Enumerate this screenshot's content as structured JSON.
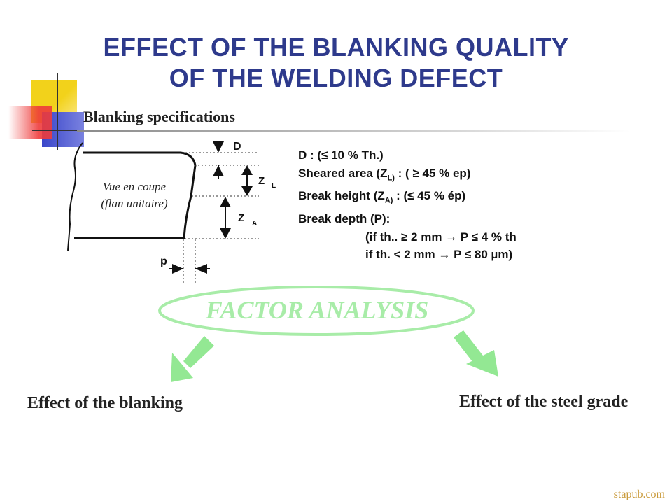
{
  "title": {
    "line1": "EFFECT OF THE BLANKING QUALITY",
    "line2": "OF THE WELDING DEFECT"
  },
  "subtitle": "Blanking specifications",
  "diagram": {
    "section_line1": "Vue en coupe",
    "section_line2": "(flan unitaire)",
    "label_d": "D",
    "label_z": "Z",
    "sub_l": "L",
    "sub_a": "A",
    "label_p": "p"
  },
  "specs": {
    "line1": "D : (≤ 10 % Th.)",
    "line2_a": "Sheared area (Z",
    "line2_sub": "L)",
    "line2_b": " : ( ≥ 45 % ep)",
    "line3_a": "Break height  (Z",
    "line3_sub": "A)",
    "line3_b": " : (≤ 45 % ép)",
    "line4": "Break depth (P):",
    "line5": "(if th.. ≥ 2 mm  → P ≤ 4 % th",
    "line6": "if th. < 2 mm   → P ≤ 80 µm)"
  },
  "factor_analysis": "FACTOR ANALYSIS",
  "effects": {
    "left": "Effect of the blanking",
    "right": "Effect of the steel grade"
  },
  "watermark": "stapub.com",
  "colors": {
    "title": "#2e3a8c",
    "accent_green": "#a8eca8",
    "deco_yellow": "#f2d21b",
    "deco_red": "#ee3b3b",
    "deco_blue": "#3a46c9"
  }
}
